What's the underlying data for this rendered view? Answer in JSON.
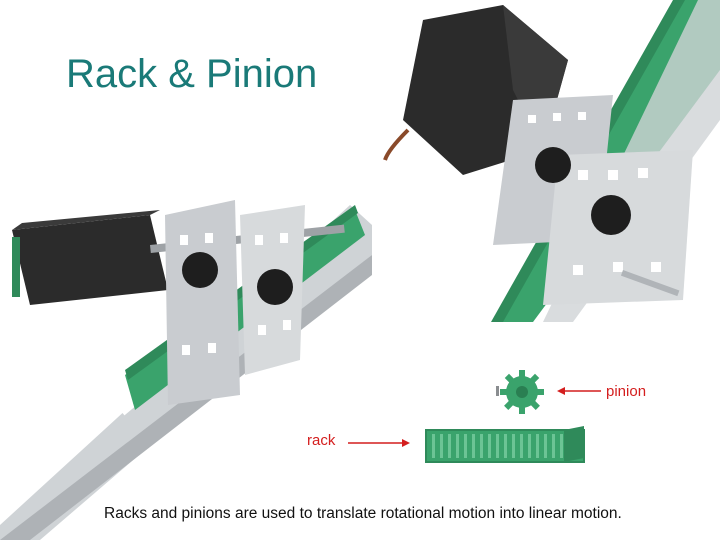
{
  "slide": {
    "title": "Rack & Pinion",
    "caption": "Racks and pinions are used to translate rotational motion into linear motion.",
    "labels": {
      "pinion": "pinion",
      "rack": "rack"
    }
  },
  "colors": {
    "title": "#1a7a78",
    "label": "#d41e1e",
    "rack_green": "#3aa36c",
    "motor_dark": "#2b2b2b",
    "metal": "#c9ccd0"
  }
}
